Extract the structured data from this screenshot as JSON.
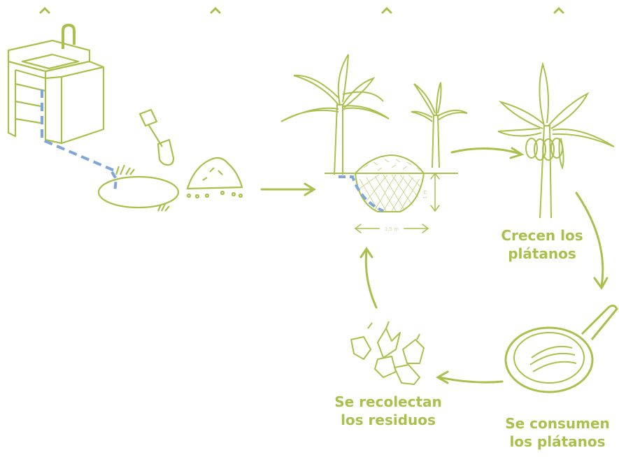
{
  "colors": {
    "green": "#a9c14c",
    "blue": "#7ea7d8",
    "dim": "#c9d79a"
  },
  "dimensions": {
    "width_label": "1,5 m",
    "depth_label": "1 m"
  },
  "labels": {
    "grow": [
      "Crecen los",
      "plátanos"
    ],
    "collect": [
      "Se recolectan",
      "los residuos"
    ],
    "eat": [
      "Se consumen",
      "los plátanos"
    ]
  },
  "icons": [
    "sink-icon",
    "shovel-icon",
    "dirt-pile-icon",
    "pit-icon",
    "banana-plant-icon",
    "frying-pan-icon",
    "banana-peels-icon",
    "chevron-up-icon"
  ]
}
